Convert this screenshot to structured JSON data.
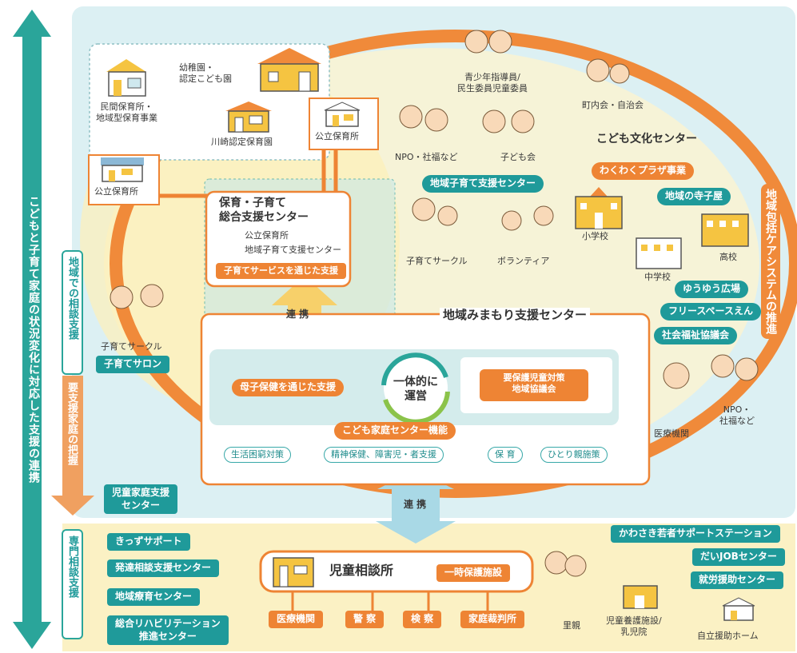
{
  "left_axis": {
    "text": "こどもと子育て家庭の状況変化に対応した支援の連携"
  },
  "side_labels": {
    "consultation": "地域での相談支援",
    "grasp": "要支援家庭の把握",
    "specialist": "専門相談支援"
  },
  "ring_label": "地域包括ケアシステムの推進",
  "facilities": {
    "kindergarten": "幼稚園・\n認定こども園",
    "private_nursery": "民間保育所・\n地域型保育事業",
    "kawasaki_nursery": "川崎認定保育園",
    "public_nursery_1": "公立保育所",
    "public_nursery_2": "公立保育所"
  },
  "support_center": {
    "title": "保育・子育て\n総合支援センター",
    "item1": "公立保育所",
    "item2": "地域子育て支援センター",
    "service": "子育てサービスを通じた支援"
  },
  "community": {
    "youth": "青少年指導員/\n民生委員児童委員",
    "neighborhood": "町内会・自治会",
    "npo1": "NPO・社福など",
    "children_club": "子ども会",
    "kids_culture": "こども文化センター",
    "wakuwaku": "わくわくプラザ事業",
    "local_support": "地域子育て支援センター",
    "terakoya": "地域の寺子屋",
    "circle": "子育てサークル",
    "volunteer": "ボランティア",
    "elementary": "小学校",
    "junior_high": "中学校",
    "high_school": "高校",
    "yuyu": "ゆうゆう広場",
    "freespace": "フリースペースえん",
    "welfare_council": "社会福祉協議会",
    "medical": "医療機関",
    "npo2": "NPO・\n社福など"
  },
  "left_circle": {
    "label": "子育てサークル",
    "salon": "子育てサロン"
  },
  "renkei_1": "連 携",
  "renkei_2": "連 携",
  "mimamori": {
    "title": "地域みまもり支援センター",
    "maternal": "母子保健を通じた支援",
    "unified": "一体的に\n運営",
    "council": "要保護児童対策\n地域協議会",
    "function": "こども家庭センター機能",
    "tags": [
      "生活困窮対策",
      "精神保健、障害児・者支援",
      "保 育",
      "ひとり親施策"
    ]
  },
  "grasp_box": "児童家庭支援\nセンター",
  "specialist_left": [
    "きっずサポート",
    "発達相談支援センター",
    "地域療育センター",
    "総合リハビリテーション\n推進センター"
  ],
  "specialist_right": [
    "かわさき若者サポートステーション",
    "だいJOBセンター",
    "就労援助センター"
  ],
  "jido": {
    "title": "児童相談所",
    "temp": "一時保護施設",
    "links": [
      "医療機関",
      "警 察",
      "検 察",
      "家庭裁判所"
    ]
  },
  "foster": "里親",
  "care_facility": "児童養護施設/\n乳児院",
  "self_help": "自立援助ホーム",
  "colors": {
    "teal": "#1f9a9a",
    "orange": "#ee8434",
    "ring": "#f08a3a",
    "bg_blue": "#d9eef2",
    "bg_yellow": "#fdf3c8"
  }
}
